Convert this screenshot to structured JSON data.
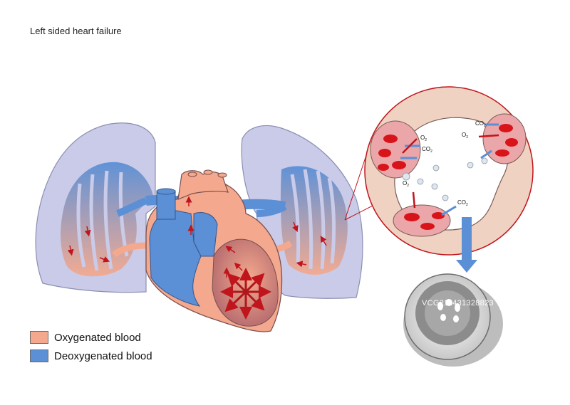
{
  "title": "Left sided heart failure",
  "legend": [
    {
      "label": "Oxygenated blood",
      "color": "#f4a98e"
    },
    {
      "label": "Deoxygenated blood",
      "color": "#5b8fd6"
    }
  ],
  "gas_labels": {
    "o2": "O",
    "co2": "CO",
    "subscript": "2"
  },
  "watermark": "VCG211431328823",
  "colors": {
    "lung": "#c9cbe8",
    "oxygenated": "#f4a98e",
    "deoxygenated": "#5b8fd6",
    "alveolus_bg": "#f0d2c2",
    "red_cell": "#d8141a",
    "pointer": "#c0151d"
  }
}
